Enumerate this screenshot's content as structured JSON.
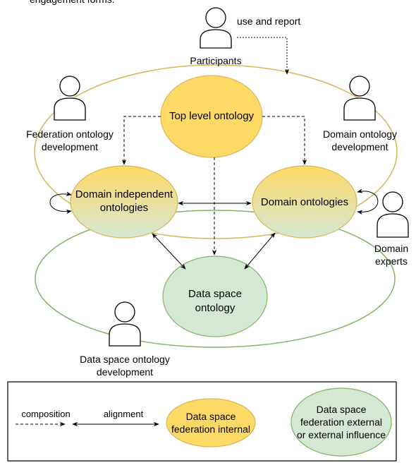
{
  "header_fragment": "engagement forms:",
  "roles": {
    "participants": "Participants",
    "participants_action": "use and report",
    "federation_dev": [
      "Federation ontology",
      "development"
    ],
    "domain_dev": [
      "Domain ontology",
      "development"
    ],
    "domain_experts": [
      "Domain",
      "experts"
    ],
    "data_space_dev": [
      "Data space ontology",
      "development"
    ]
  },
  "nodes": {
    "top_level": [
      "Top level ontology"
    ],
    "domain_independent": [
      "Domain independent",
      "ontologies"
    ],
    "domain": [
      "Domain ontologies"
    ],
    "data_space": [
      "Data space",
      "ontology"
    ]
  },
  "legend": {
    "composition": "composition",
    "alignment": "alignment",
    "internal": [
      "Data space",
      "federation internal"
    ],
    "external": [
      "Data space",
      "federation external",
      "or external influence"
    ]
  },
  "colors": {
    "yellow_fill_top": "#fff2cc",
    "yellow_fill": "#ffd966",
    "yellow_stroke": "#d6b656",
    "green_fill": "#d5e8d4",
    "green_stroke": "#82b366",
    "line": "#000000"
  }
}
